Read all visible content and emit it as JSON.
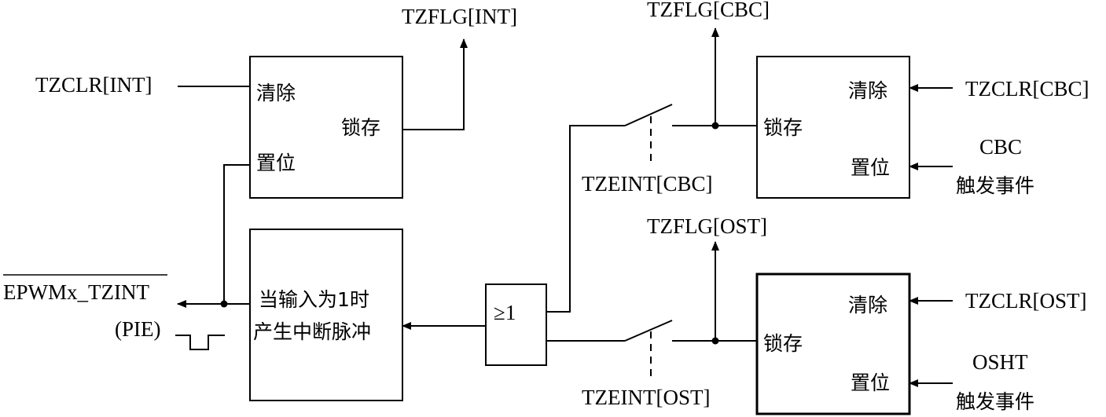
{
  "int_latch": {
    "clear": "清除",
    "latch": "锁存",
    "set": "置位",
    "clear_input": "TZCLR[INT]",
    "flag_output": "TZFLG[INT]"
  },
  "pulse_gen": {
    "line1": "当输入为1时",
    "line2": "产生中断脉冲"
  },
  "interrupt_output": {
    "signal": "EPWMx_TZINT",
    "target": "(PIE)"
  },
  "or_gate": {
    "symbol": "≥1"
  },
  "cbc": {
    "clear": "清除",
    "latch": "锁存",
    "set": "置位",
    "clear_input": "TZCLR[CBC]",
    "event_line1": "CBC",
    "event_line2": "触发事件",
    "flag_output": "TZFLG[CBC]",
    "enable_switch": "TZEINT[CBC]"
  },
  "ost": {
    "clear": "清除",
    "latch": "锁存",
    "set": "置位",
    "clear_input": "TZCLR[OST]",
    "event_line1": "OSHT",
    "event_line2": "触发事件",
    "flag_output": "TZFLG[OST]",
    "enable_switch": "TZEINT[OST]"
  }
}
